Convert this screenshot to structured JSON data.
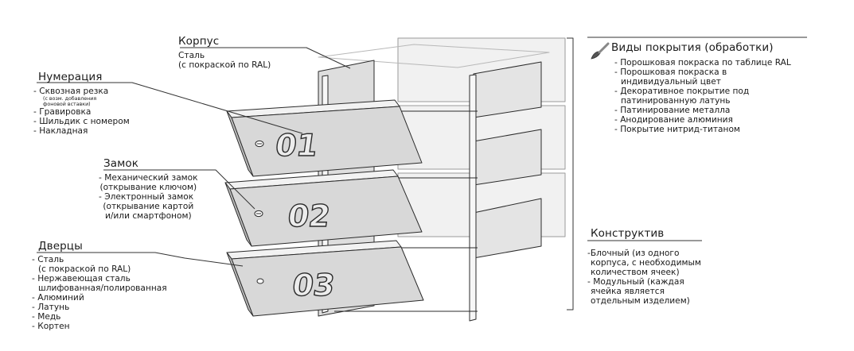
{
  "cabinet": {
    "title": "Корпус",
    "items": [
      "Сталь",
      "(с покраской по RAL)"
    ]
  },
  "numbering": {
    "title": "Нумерация",
    "items": [
      "- Сквозная резка",
      "- Гравировка",
      "- Шильдик с номером",
      "- Накладная"
    ],
    "note": [
      "(с возм. добавления",
      "фоновой вставки)"
    ]
  },
  "lock": {
    "title": "Замок",
    "items": [
      "- Механический замок",
      "(открывание ключом)",
      "- Электронный замок",
      "(открывание картой",
      "и/или смартфоном)"
    ]
  },
  "doors": {
    "title": "Дверцы",
    "items": [
      "- Сталь",
      "(с покраской по RAL)",
      "- Нержавеющая сталь",
      "шлифованная/полированная",
      "- Алюминий",
      "- Латунь",
      "- Медь",
      "- Кортен"
    ]
  },
  "coating": {
    "title": "Виды покрытия (обработки)",
    "icon": "brush-icon",
    "items": [
      "- Порошковая покраска по таблице RAL",
      "- Порошковая покраска в",
      "индивидуальный цвет",
      "- Декоративное покрытие под",
      "патинированную латунь",
      "- Патинирование металла",
      "- Анодирование алюминия",
      "- Покрытие нитрид-титаном"
    ]
  },
  "construction": {
    "title": "Конструктив",
    "items": [
      "-Блочный (из одного",
      "корпуса, с необходимым",
      "количеством ячеек)",
      "- Модульный (каждая",
      "ячейка является",
      "отдельным изделием)"
    ]
  },
  "door_numbers": [
    "01",
    "02",
    "03"
  ],
  "colors": {
    "face": "#d8d8d8",
    "frame": "#e9e9e9",
    "edge": "#f4f4f4",
    "ink": "#2b2b2b",
    "text": "#1a1a1a"
  }
}
